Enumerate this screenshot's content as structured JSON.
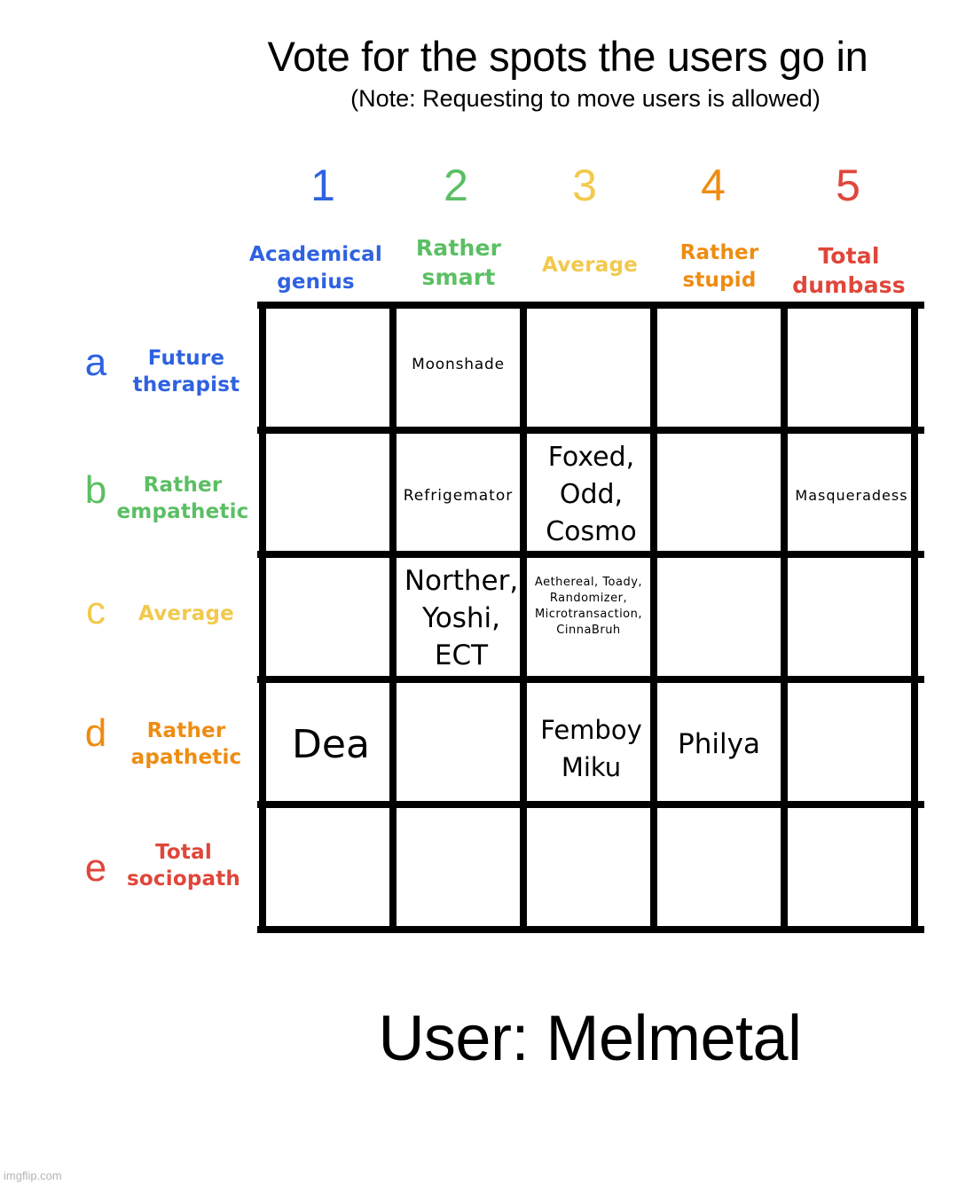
{
  "header": {
    "title": "Vote for the spots the users go in",
    "note": "(Note: Requesting to move users is allowed)"
  },
  "colors": {
    "blue": "#2f62e0",
    "green": "#5bbf63",
    "yellow": "#f2c94c",
    "orange": "#ee8c12",
    "red": "#e0463a",
    "grid": "#000000",
    "watermark": "#b5b5b5"
  },
  "columns": [
    {
      "number": "1",
      "label": "Academical\ngenius",
      "color": "blue"
    },
    {
      "number": "2",
      "label": "Rather\nsmart",
      "color": "green"
    },
    {
      "number": "3",
      "label": "Average",
      "color": "yellow"
    },
    {
      "number": "4",
      "label": "Rather\nstupid",
      "color": "orange"
    },
    {
      "number": "5",
      "label": "Total\ndumbass",
      "color": "red"
    }
  ],
  "rows": [
    {
      "letter": "a",
      "label": "Future\ntherapist",
      "color": "blue"
    },
    {
      "letter": "b",
      "label": "Rather\nempathetic",
      "color": "green"
    },
    {
      "letter": "c",
      "label": "Average",
      "color": "yellow"
    },
    {
      "letter": "d",
      "label": "Rather\napathetic",
      "color": "orange"
    },
    {
      "letter": "e",
      "label": "Total\nsociopath",
      "color": "red"
    }
  ],
  "grid": {
    "a": [
      "",
      "Moonshade",
      "",
      "",
      ""
    ],
    "b": [
      "",
      "Refrigemator",
      "Foxed,\nOdd,\nCosmo",
      "",
      "Masqueradess"
    ],
    "c": [
      "",
      "Norther,\nYoshi,\nECT",
      "Aethereal, Toady,\nRandomizer,\nMicrotransaction,\nCinnaBruh",
      "",
      ""
    ],
    "d": [
      "Dea",
      "",
      "Femboy\nMiku",
      "Philya",
      ""
    ],
    "e": [
      "",
      "",
      "",
      "",
      ""
    ]
  },
  "footer": {
    "user": "User: Melmetal",
    "watermark": "imgflip.com"
  }
}
